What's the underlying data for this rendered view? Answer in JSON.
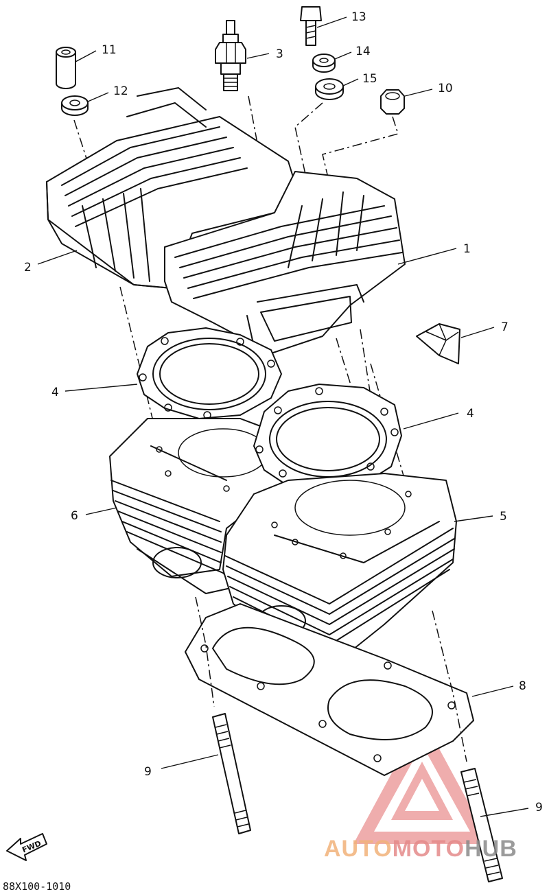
{
  "diagram": {
    "part_labels": [
      {
        "id": "1",
        "text": "1"
      },
      {
        "id": "2",
        "text": "2"
      },
      {
        "id": "3",
        "text": "3"
      },
      {
        "id": "4a",
        "text": "4"
      },
      {
        "id": "4b",
        "text": "4"
      },
      {
        "id": "5",
        "text": "5"
      },
      {
        "id": "6",
        "text": "6"
      },
      {
        "id": "7",
        "text": "7"
      },
      {
        "id": "8",
        "text": "8"
      },
      {
        "id": "9a",
        "text": "9"
      },
      {
        "id": "9b",
        "text": "9"
      },
      {
        "id": "10",
        "text": "10"
      },
      {
        "id": "11",
        "text": "11"
      },
      {
        "id": "12",
        "text": "12"
      },
      {
        "id": "13",
        "text": "13"
      },
      {
        "id": "14",
        "text": "14"
      },
      {
        "id": "15",
        "text": "15"
      }
    ],
    "fwd_label": "FWD",
    "diagram_code": "88X100-1010"
  },
  "watermark": {
    "part1": "AUTO",
    "part2": "MOTO",
    "part3": "HUB",
    "colors": {
      "orange": "#f2b27a",
      "red": "#e58a8a",
      "gray": "#8a8a8a"
    }
  }
}
